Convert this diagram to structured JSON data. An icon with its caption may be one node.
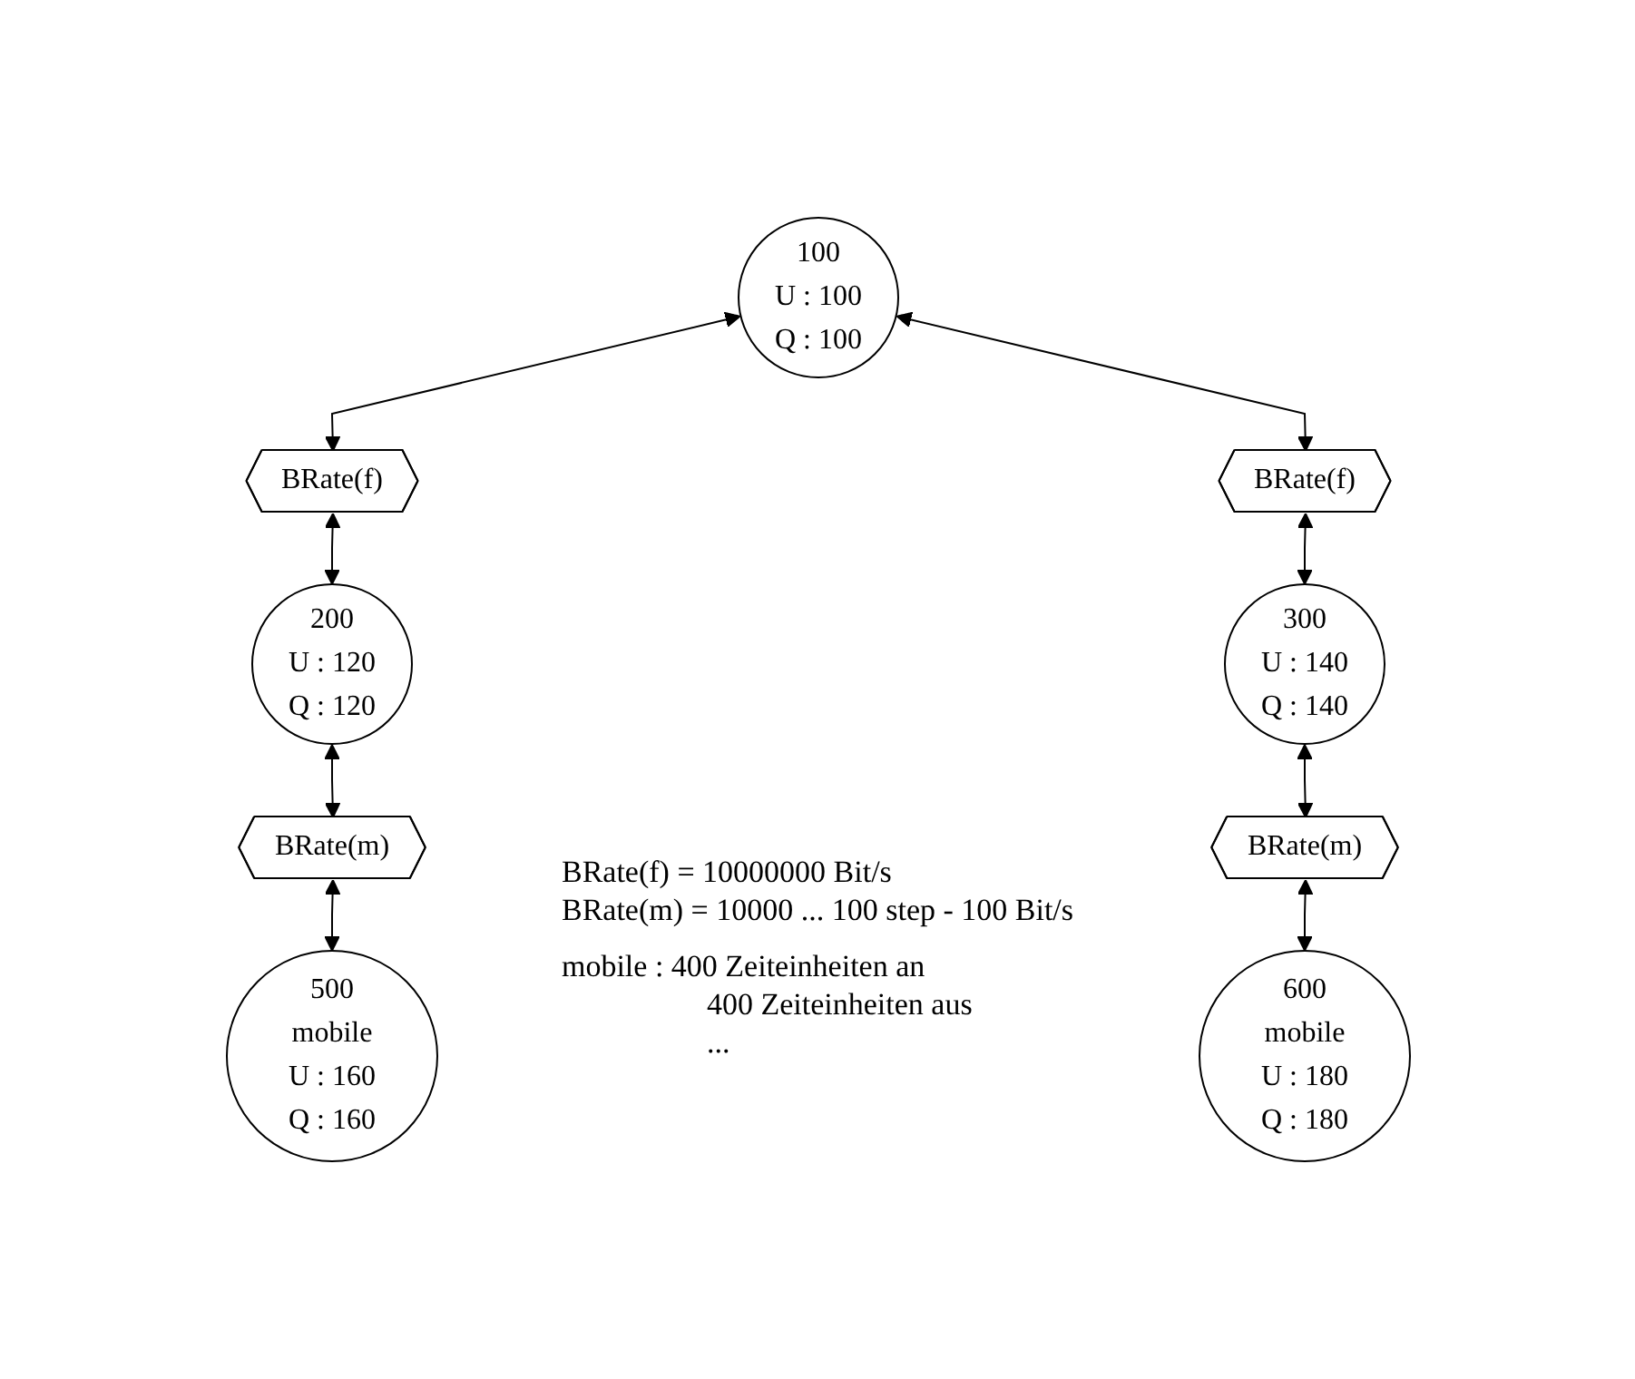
{
  "diagram": {
    "nodes": [
      {
        "text": [
          "100",
          "U : 100",
          "Q : 100"
        ]
      },
      {
        "text": [
          "BRate(f)"
        ]
      },
      {
        "text": [
          "BRate(f)"
        ]
      },
      {
        "text": [
          "200",
          "U : 120",
          "Q : 120"
        ]
      },
      {
        "text": [
          "300",
          "U : 140",
          "Q : 140"
        ]
      },
      {
        "text": [
          "BRate(m)"
        ]
      },
      {
        "text": [
          "BRate(m)"
        ]
      },
      {
        "text": [
          "500",
          "mobile",
          "U : 160",
          "Q : 160"
        ]
      },
      {
        "text": [
          "600",
          "mobile",
          "U : 180",
          "Q : 180"
        ]
      }
    ],
    "edges": [
      {
        "from": 0,
        "to": 1,
        "arrow": "both"
      },
      {
        "from": 1,
        "to": 3,
        "arrow": "both"
      },
      {
        "from": 0,
        "to": 2,
        "arrow": "both"
      },
      {
        "from": 2,
        "to": 4,
        "arrow": "both"
      },
      {
        "from": 3,
        "to": 5,
        "arrow": "both"
      },
      {
        "from": 5,
        "to": 7,
        "arrow": "both"
      },
      {
        "from": 4,
        "to": 6,
        "arrow": "both"
      },
      {
        "from": 6,
        "to": 8,
        "arrow": "both"
      }
    ],
    "labels": [
      "BRate(f) = 10000000 Bit/s",
      "BRate(m) = 10000 ... 100 step - 100 Bit/s",
      "mobile : 400 Zeiteinheiten an",
      "400 Zeiteinheiten aus",
      "..."
    ]
  }
}
